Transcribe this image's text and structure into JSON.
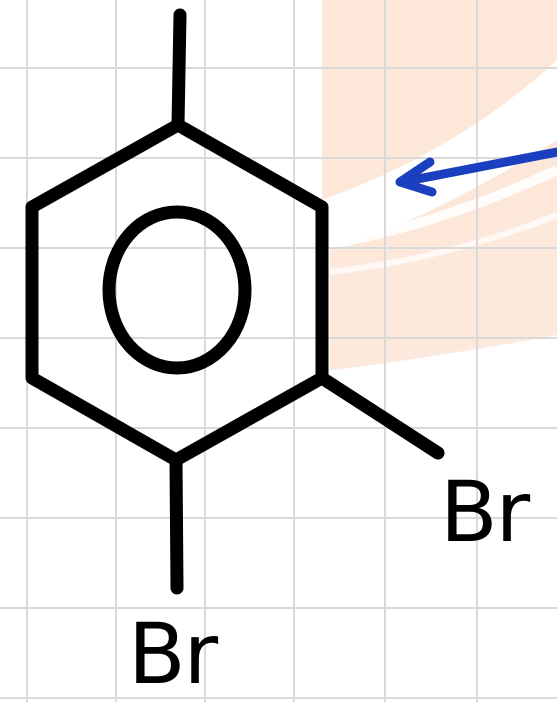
{
  "diagram": {
    "type": "skeletal-structure",
    "substituents": {
      "top": "",
      "right_lower": "Br",
      "bottom": "Br"
    },
    "colors": {
      "bond": "#000000",
      "arrow": "#1a3fbf",
      "grid": "#dcdcdc",
      "highlight": "#fde3d2"
    },
    "arrow": {
      "color": "#1a3fbf",
      "direction": "pointing-left"
    },
    "background": {
      "grid": true,
      "highlight_band": true
    }
  }
}
